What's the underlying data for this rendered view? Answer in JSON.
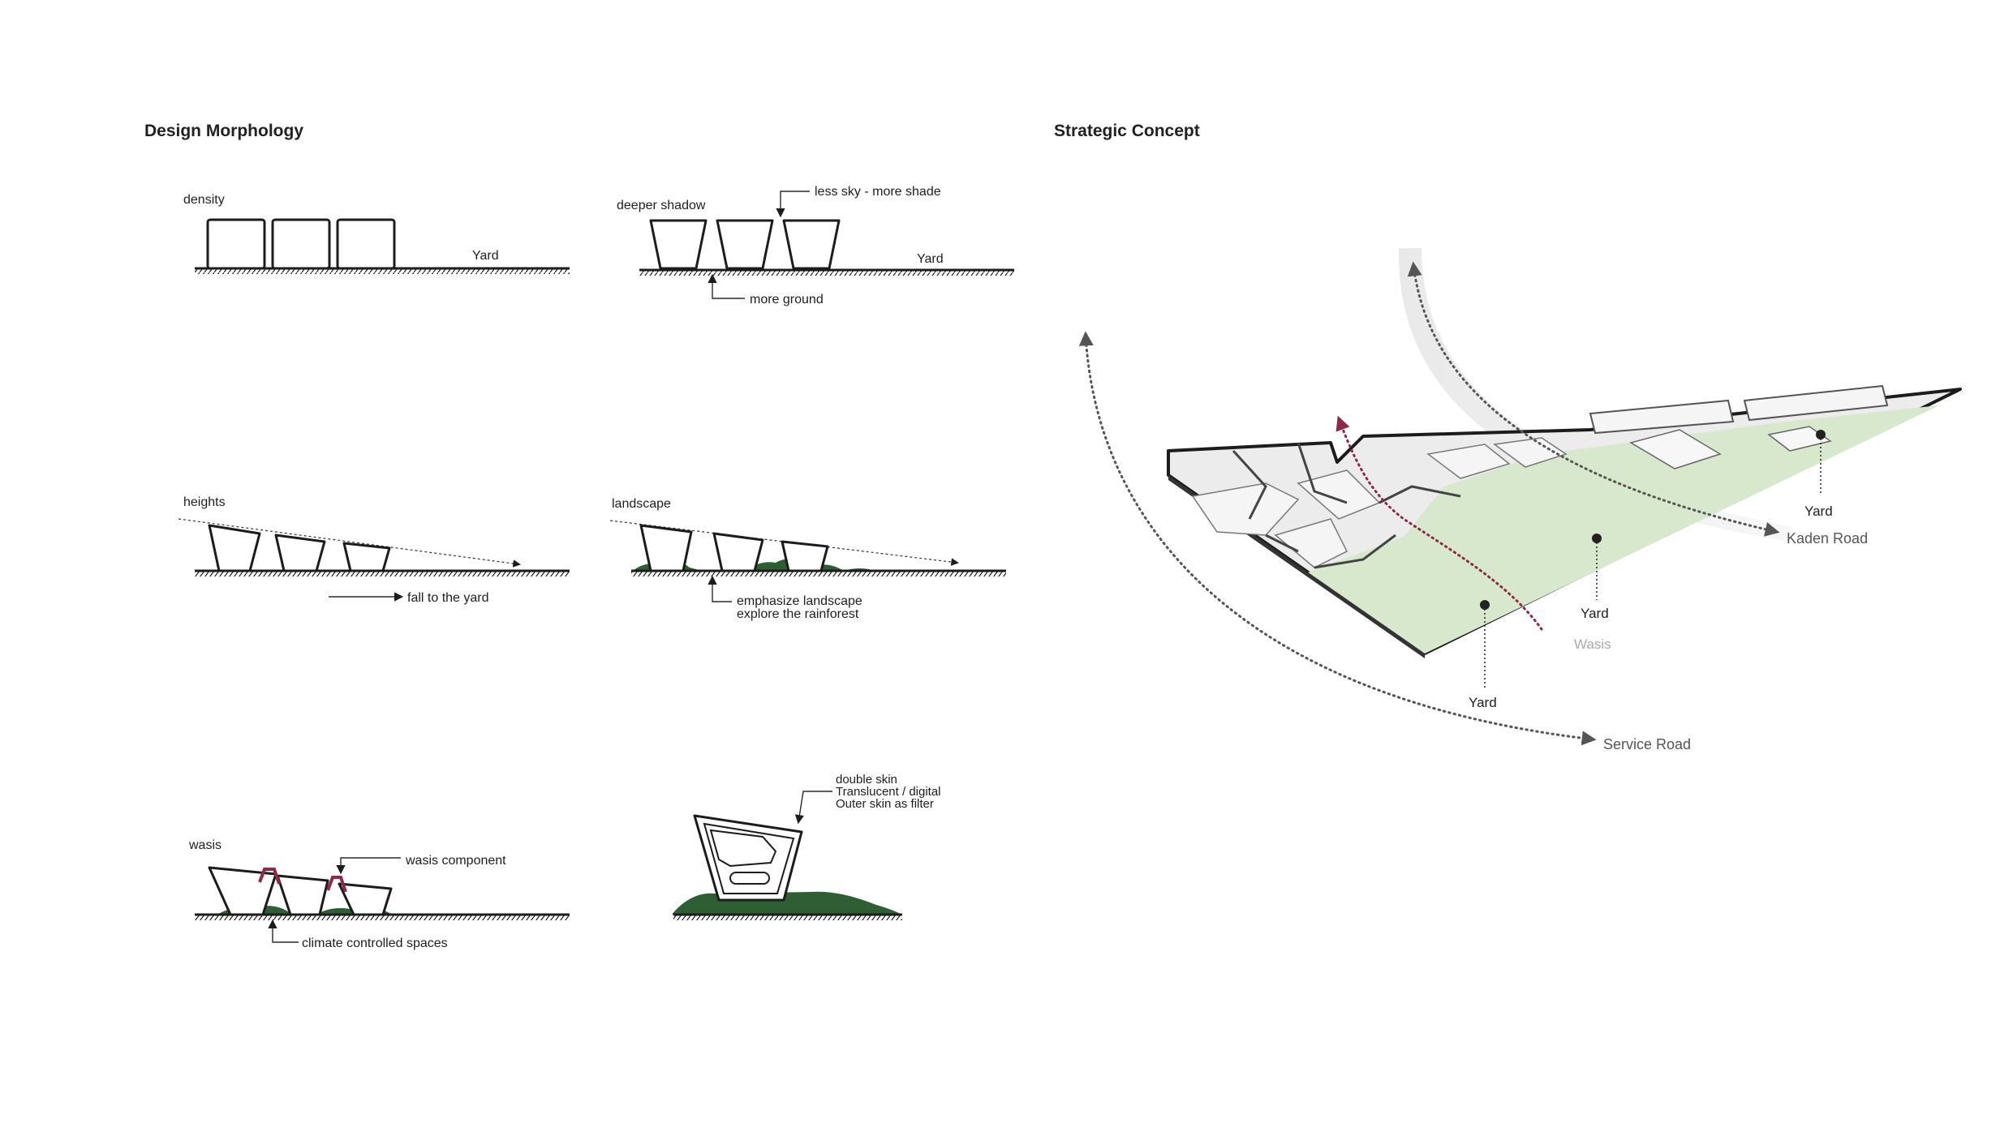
{
  "design_morphology": {
    "title": "Design Morphology",
    "density": {
      "label": "density",
      "yard": "Yard"
    },
    "deeper_shadow": {
      "label": "deeper shadow",
      "note_top": "less sky - more shade",
      "yard": "Yard",
      "note_bottom": "more ground"
    },
    "heights": {
      "label": "heights",
      "note": "fall to the yard"
    },
    "landscape": {
      "label": "landscape",
      "note_line1": "emphasize landscape",
      "note_line2": "explore the rainforest"
    },
    "wasis": {
      "label": "wasis",
      "component": "wasis component",
      "note": "climate controlled spaces"
    },
    "skin": {
      "line1": "double skin",
      "line2": "Translucent / digital",
      "line3": "Outer skin as filter"
    }
  },
  "strategic_concept": {
    "title": "Strategic Concept",
    "labels": {
      "yard_right": "Yard",
      "kaden_road": "Kaden Road",
      "yard_mid": "Yard",
      "wasis": "Wasis",
      "yard_bottom": "Yard",
      "service_road": "Service Road"
    }
  },
  "colors": {
    "line": "#1c1c1c",
    "vegetation": "#2f5e34",
    "wasis_red": "#8e2a48",
    "site_green": "#d8e8cc",
    "block_grey": "#eeeeee"
  }
}
